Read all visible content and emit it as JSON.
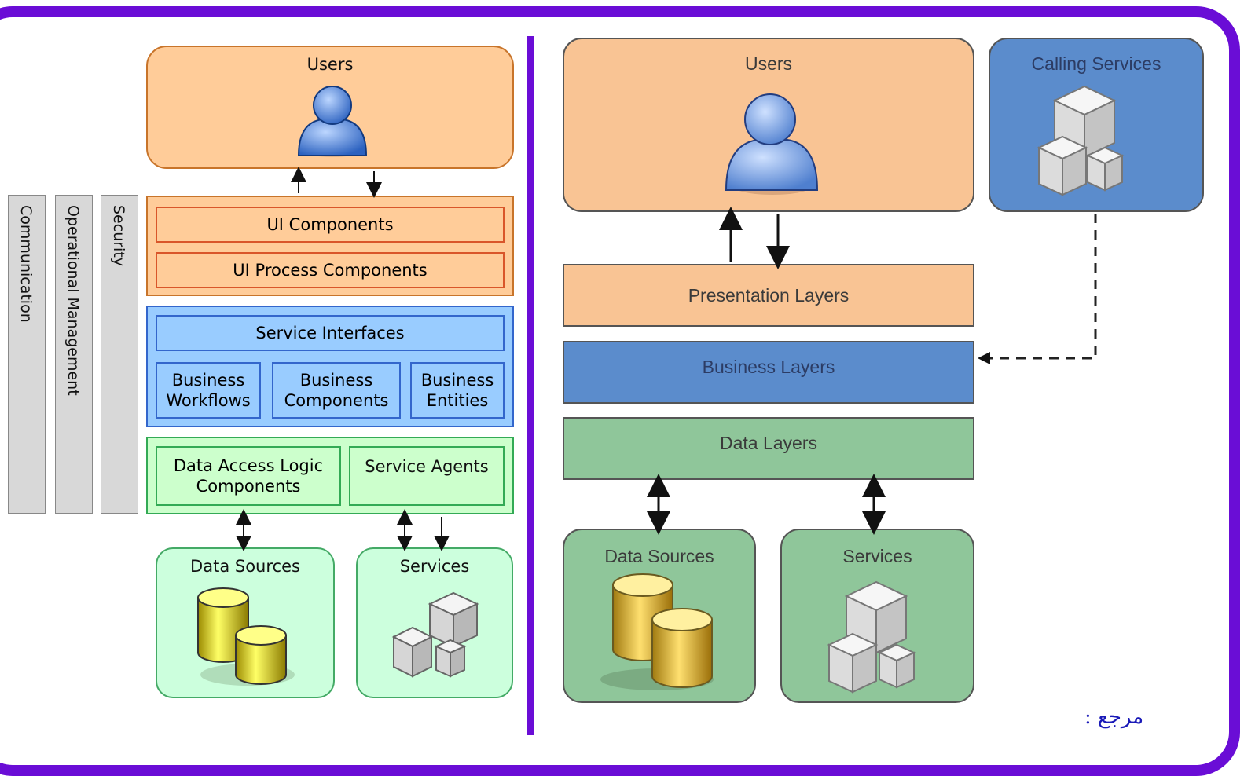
{
  "left": {
    "users": "Users",
    "ui_components": "UI Components",
    "ui_process_components": "UI Process Components",
    "service_interfaces": "Service Interfaces",
    "business_workflows": "Business Workflows",
    "business_components": "Business Components",
    "business_entities": "Business Entities",
    "data_access_logic": "Data Access Logic Components",
    "service_agents": "Service Agents",
    "data_sources": "Data Sources",
    "services": "Services",
    "side_bars": [
      "Communication",
      "Operational Management",
      "Security"
    ]
  },
  "right": {
    "users": "Users",
    "calling_services": "Calling Services",
    "presentation_layers": "Presentation Layers",
    "business_layers": "Business Layers",
    "data_layers": "Data Layers",
    "data_sources": "Data Sources",
    "services": "Services"
  },
  "footer": {
    "reference_label": "مرجع :"
  },
  "colors": {
    "frame": "#6a0dd6",
    "orange": "#ffcc99",
    "blue": "#99ccff",
    "green": "#ccffcc",
    "right_blue": "#5b8ccc",
    "right_green": "#8fc69a"
  }
}
